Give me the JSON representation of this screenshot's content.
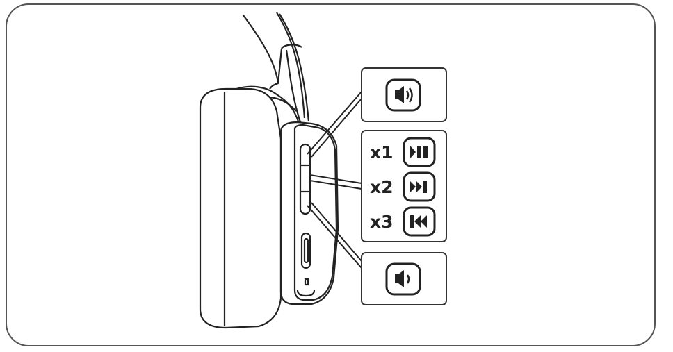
{
  "controls": {
    "volume_up": {
      "icon": "volume-up-icon"
    },
    "playback": [
      {
        "count_label": "x1",
        "icon": "play-pause-icon"
      },
      {
        "count_label": "x2",
        "icon": "next-track-icon"
      },
      {
        "count_label": "x3",
        "icon": "previous-track-icon"
      }
    ],
    "volume_down": {
      "icon": "volume-down-icon"
    }
  },
  "colors": {
    "line": "#222222",
    "frame": "#555555",
    "background": "#ffffff"
  }
}
